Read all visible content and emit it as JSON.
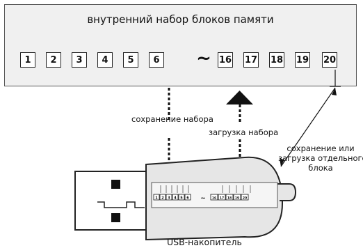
{
  "memory": {
    "title": "внутренний набор блоков памяти",
    "cells_left": [
      "1",
      "2",
      "3",
      "4",
      "5",
      "6"
    ],
    "separator": "~",
    "cells_right": [
      "16",
      "17",
      "18",
      "19",
      "20"
    ]
  },
  "labels": {
    "save_set": "сохранение набора",
    "load_set": "загрузка набора",
    "single_block_line1": "сохранение или",
    "single_block_line2": "загрузка отдельного",
    "single_block_line3": "блока",
    "usb": "USB-накопитель"
  },
  "usb_mini": {
    "cells_left": [
      "1",
      "2",
      "3",
      "4",
      "5",
      "6"
    ],
    "separator": "~",
    "cells_right": [
      "16",
      "17",
      "18",
      "19",
      "20"
    ]
  }
}
